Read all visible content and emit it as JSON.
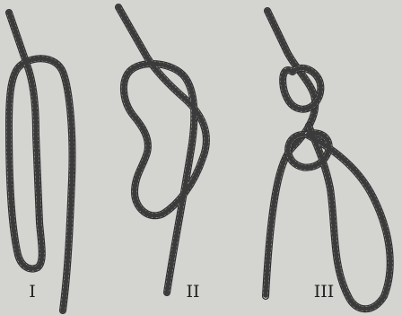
{
  "figures": [
    {
      "numeral": "I"
    },
    {
      "numeral": "II"
    },
    {
      "numeral": "III"
    }
  ],
  "colors": {
    "background": "#d4d4d1",
    "rope_light": "#ecebe6",
    "rope_dark": "#2e2e2e"
  }
}
